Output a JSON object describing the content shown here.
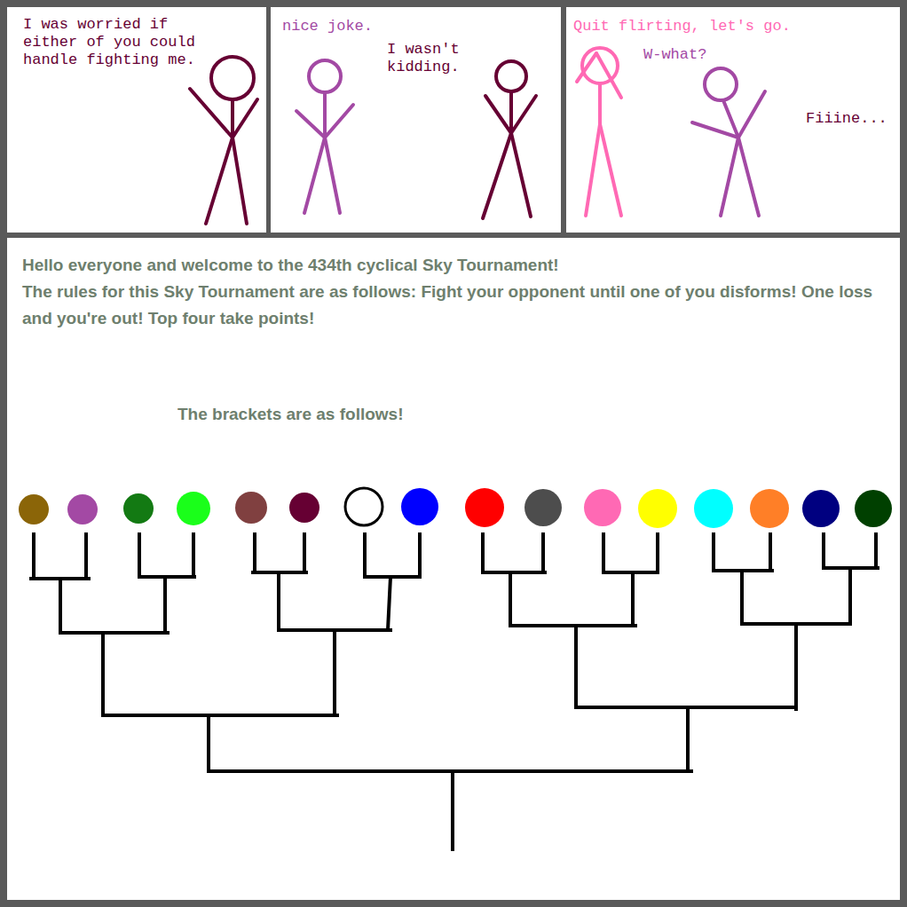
{
  "diagram": {
    "labels": [
      "I was worried if either of you could handle fighting me.",
      "nice joke.",
      "I wasn't kidding.",
      "Quit flirting, let's go.",
      "W-what?",
      "Fiiine...",
      "Hello everyone and welcome to the 434th cyclical Sky Tournament!",
      "The rules for this Sky Tournament are as follows: Fight your opponent until one of you disforms! One loss and you're out! Top four take points!",
      "The brackets are as follows!"
    ]
  }
}
